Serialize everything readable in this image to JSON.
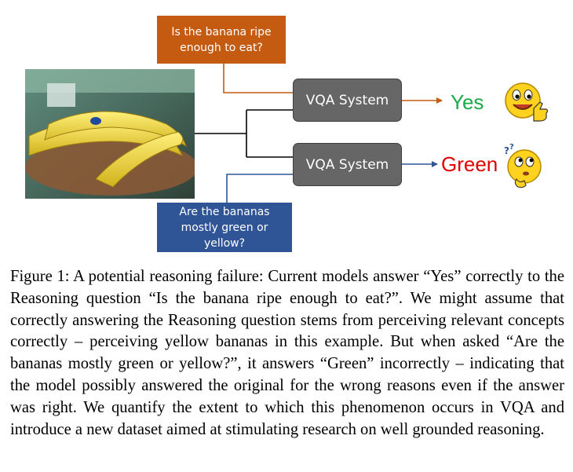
{
  "figure": {
    "question_reasoning": "Is the banana ripe enough to eat?",
    "question_perception": "Are the bananas mostly green or yellow?",
    "system_top_label": "VQA System",
    "system_bottom_label": "VQA System",
    "answer_top": "Yes",
    "answer_bottom": "Green",
    "colors": {
      "reasoning_box": "#c55a11",
      "perception_box": "#2f5597",
      "system_box": "#666666",
      "answer_yes": "#1aab4b",
      "answer_green": "#e00000"
    },
    "icons": [
      "banana-photo",
      "thumbs-up-smiley-icon",
      "thinking-smiley-icon"
    ]
  },
  "caption": {
    "text": "Figure 1: A potential reasoning failure: Current models answer “Yes” correctly to the Reasoning question “Is the banana ripe enough to eat?”. We might assume that correctly answering the Reasoning question stems from perceiving relevant concepts correctly – perceiving yellow bananas in this example. But when asked “Are the bananas mostly green or yellow?”, it answers “Green” incorrectly – indicating that the model possibly answered the original for the wrong reasons even if the answer was right. We quantify the extent to which this phenomenon occurs in VQA and introduce a new dataset aimed at stimulating research on well grounded reasoning."
  }
}
